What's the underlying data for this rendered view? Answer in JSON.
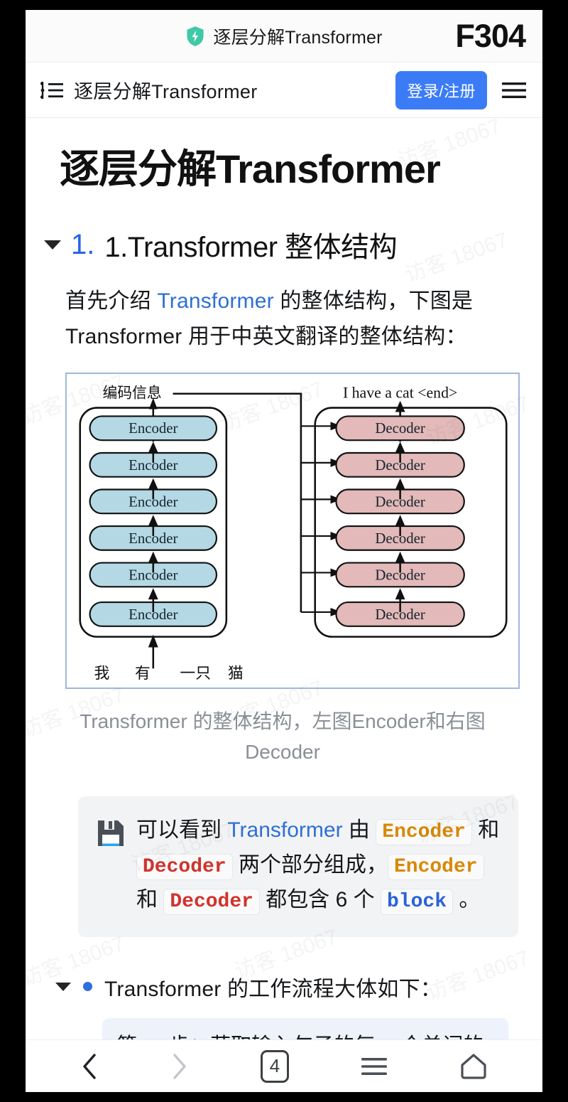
{
  "statusbar": {
    "icon": "shield-bolt-icon",
    "title": "逐层分解Transformer",
    "badge": "F304"
  },
  "sitenav": {
    "toc_icon": "outline-list-icon",
    "title": "逐层分解Transformer",
    "login_label": "登录/注册",
    "menu_icon": "hamburger-menu-icon",
    "accent_color": "#3b7cf6"
  },
  "article": {
    "title": "逐层分解Transformer",
    "section": {
      "number": "1.",
      "heading": "1.Transformer 整体结构",
      "number_color": "#2563eb"
    },
    "paragraph": {
      "before_link": "首先介绍 ",
      "link": "Transformer",
      "after_link": " 的整体结构，下图是 Transformer 用于中英文翻译的整体结构："
    },
    "figure_caption": "Transformer 的整体结构，左图Encoder和右图Decoder",
    "callout": {
      "icon": "floppy-disk-icon",
      "t1": "可以看到 ",
      "link": "Transformer",
      "t2": " 由 ",
      "chip1": "Encoder",
      "t3": " 和 ",
      "chip2": "Decoder",
      "t4": " 两个部分组成，",
      "chip3": "Encoder",
      "t5": " 和 ",
      "chip4": "Decoder",
      "t6": " 都包含 6 个 ",
      "chip5": "block",
      "t7": " 。",
      "encoder_color": "#d98806",
      "decoder_color": "#d2322c",
      "block_color": "#2a63d8"
    },
    "bullet": {
      "text": "Transformer 的工作流程大体如下：",
      "dot_color": "#2f6fe0"
    },
    "sub_item_partial": "第 一 步：获取输入句子的每 一个单词的表"
  },
  "diagram": {
    "encoded_label": "编码信息",
    "output_tokens": "I  have  a  cat  <end>",
    "input_tokens": [
      "我",
      "有",
      "一只",
      "猫"
    ],
    "encoder_label": "Encoder",
    "decoder_label": "Decoder",
    "encoder_count": 6,
    "decoder_count": 6,
    "encoder_color": "#b4d9e4",
    "decoder_color": "#e3b9b9",
    "border_color": "#9fb8d8"
  },
  "watermarks": {
    "text": "访客 18067"
  },
  "browserbar": {
    "back_icon": "chevron-left-icon",
    "forward_icon": "chevron-right-icon",
    "tab_count": "4",
    "menu_icon": "hamburger-menu-icon",
    "home_icon": "home-icon"
  }
}
